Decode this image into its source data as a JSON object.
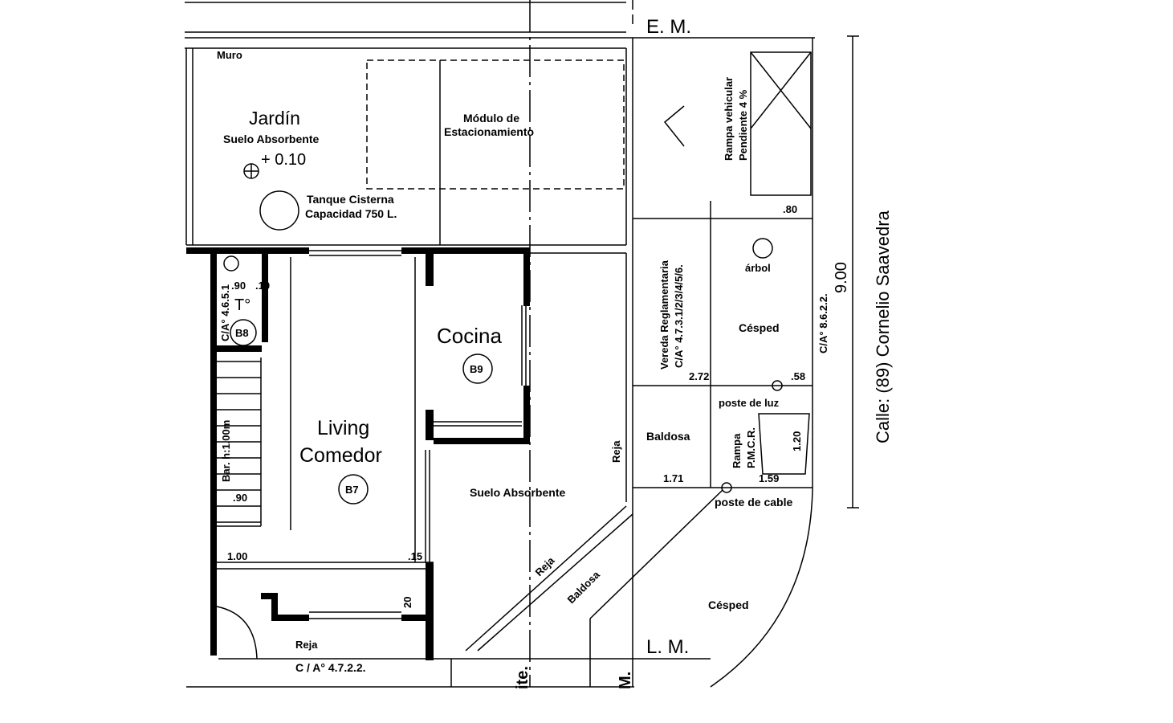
{
  "labels": {
    "em": "E. M.",
    "lm": "L. M.",
    "muro": "Muro",
    "jardin": "Jardín",
    "suelo_abs_1": "Suelo Absorbente",
    "level": "+ 0.10",
    "modulo_1": "Módulo de",
    "modulo_2": "Estacionamiento",
    "tanque_1": "Tanque Cisterna",
    "tanque_2": "Capacidad 750 L.",
    "rampa_veh_1": "Rampa vehicular",
    "rampa_veh_2": "Pendiente 4 %",
    "d080": ".80",
    "arbol": "árbol",
    "cesped_1": "Césped",
    "vereda_1": "Vereda Reglamentaria",
    "vereda_2": "C/A° 4.7.3.1/2/3/4/5/6.",
    "ca_8622": "C/A° 8.6.2.2.",
    "dim_900": "9.00",
    "calle": "Calle: (89) Cornelio Saavedra",
    "d272": "2.72",
    "d058": ".58",
    "poste_luz": "poste de luz",
    "baldosa_1": "Baldosa",
    "rampa_pmcr_1": "Rampa",
    "rampa_pmcr_2": "P.M.C.R.",
    "d120": "1.20",
    "d171": "1.71",
    "d159": "1.59",
    "poste_cable": "poste de cable",
    "cesped_2": "Césped",
    "baldosa_2": "Baldosa",
    "reja_1": "Reja",
    "reja_2": "Reja",
    "reja_3": "Reja",
    "suelo_abs_2": "Suelo Absorbente",
    "cocina": "Cocina",
    "b9": "B9",
    "living": "Living",
    "comedor": "Comedor",
    "b7": "B7",
    "b8": "B8",
    "d090a": ".90",
    "d010": ".10",
    "t_label": "T°",
    "ca_4651": "C/A° 4.6.5.1",
    "baranda": "Bar. h:1.00m",
    "d090b": ".90",
    "d100": "1.00",
    "d015": ".15",
    "d020": "20",
    "ca_4722": "C / A° 4.7.2.2.",
    "cut_ite": "ite.",
    "cut_m": "M."
  }
}
